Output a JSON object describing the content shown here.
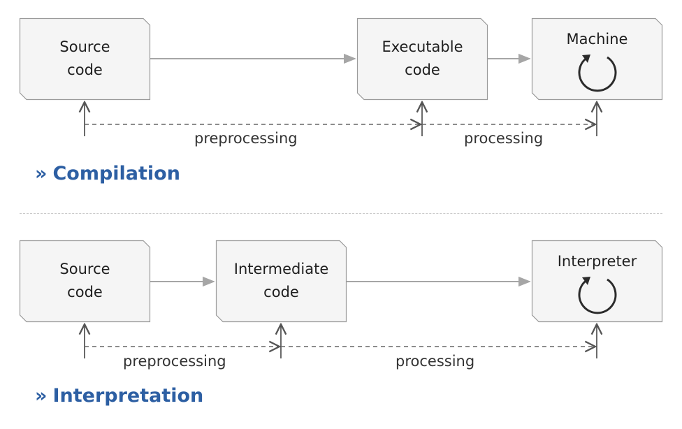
{
  "colors": {
    "accent": "#2d5fa3",
    "box_border": "#9a9a9a",
    "box_fill": "#f5f5f5",
    "arrow": "#a6a6a6",
    "dashed": "#666666",
    "text": "#1f1f1f"
  },
  "compilation": {
    "source": {
      "line1": "Source",
      "line2": "code"
    },
    "executable": {
      "line1": "Executable",
      "line2": "code"
    },
    "machine": {
      "label": "Machine",
      "icon": "refresh-cycle-icon"
    },
    "preprocessing_label": "preprocessing",
    "processing_label": "processing",
    "section_mark": "»",
    "section_title": "Compilation"
  },
  "interpretation": {
    "source": {
      "line1": "Source",
      "line2": "code"
    },
    "intermediate": {
      "line1": "Intermediate",
      "line2": "code"
    },
    "interpreter": {
      "label": "Interpreter",
      "icon": "refresh-cycle-icon"
    },
    "preprocessing_label": "preprocessing",
    "processing_label": "processing",
    "section_mark": "»",
    "section_title": "Interpretation"
  }
}
